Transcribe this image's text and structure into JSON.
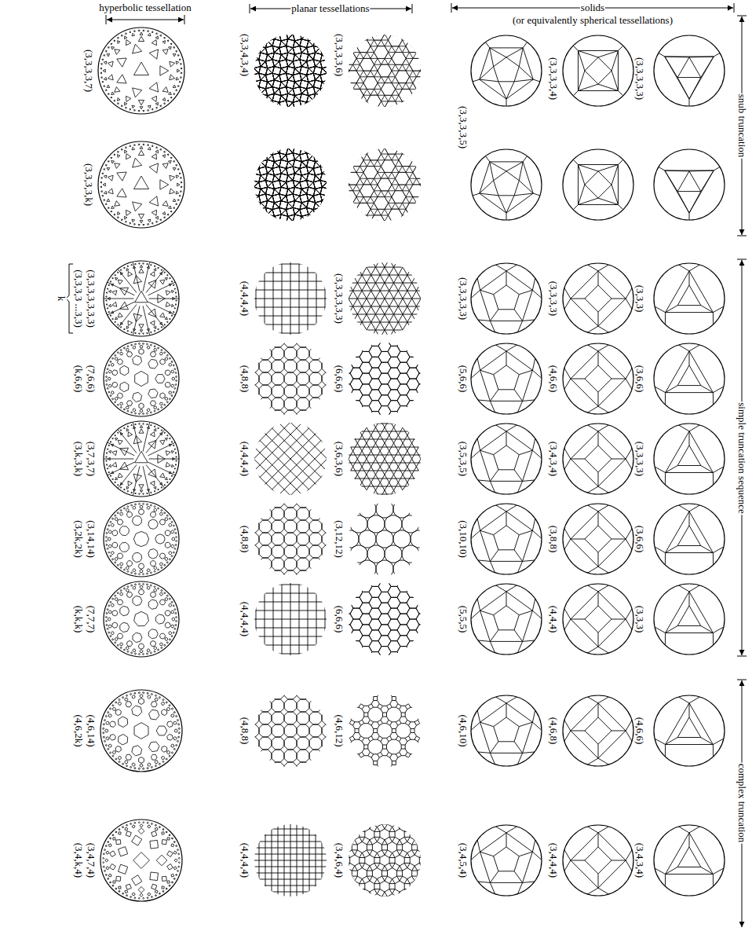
{
  "diagram": {
    "labels": [
      "hyperbolic tessellation",
      "planar tessellations",
      "solids",
      "(or equivalently spherical tessellations)",
      "snub truncation",
      "(3,3,3,3,7)",
      "(3,3,3,3,k)",
      "(3,3,4,3,4)",
      "(3,3,3,3,6)",
      "(3,3,3,3,5)",
      "(3,3,3,3,4)",
      "(3,3,3,3,3)",
      "simple truncation sequence",
      "(3,3,3,3 ...3,3)",
      "k",
      "(3,3,3,3,3,3,3)",
      "(4,4,4,4)",
      "(3,3,3,3,3,3)",
      "(3,3,3,3,3)",
      "(3,3,3,3)",
      "(3,3,3)",
      "(7,6,6)",
      "(k,6,6)",
      "(4,8,8)",
      "(6,6,6)",
      "(5,6,6)",
      "(4,6,6)",
      "(3,6,6)",
      "(3,7,3,7)",
      "(3,k,3,k)",
      "(4,4,4,4)",
      "(3,6,3,6)",
      "(3,5,3,5)",
      "(3,4,3,4)",
      "(3,3,3,3)",
      "(3,14,14)",
      "(3,2k,2k)",
      "(4,8,8)",
      "(3,12,12)",
      "(3,10,10)",
      "(3,8,8)",
      "(3,6,6)",
      "(7,7,7)",
      "(k,k,k)",
      "(4,4,4,4)",
      "(6,6,6)",
      "(5,5,5)",
      "(4,4,4)",
      "(3,3,3)",
      "complex truncation",
      "(4,6,14)",
      "(4,6,2k)",
      "(4,8,8)",
      "(4,6,12)",
      "(4,6,10)",
      "(4,6,8)",
      "(4,6,6)",
      "(3,4,7,4)",
      "(3,4,k,4)",
      "(4,4,4,4)",
      "(3,4,6,4)",
      "(3,4,5,4)",
      "(3,4,4,4)",
      "(3,4,3,4)"
    ]
  }
}
